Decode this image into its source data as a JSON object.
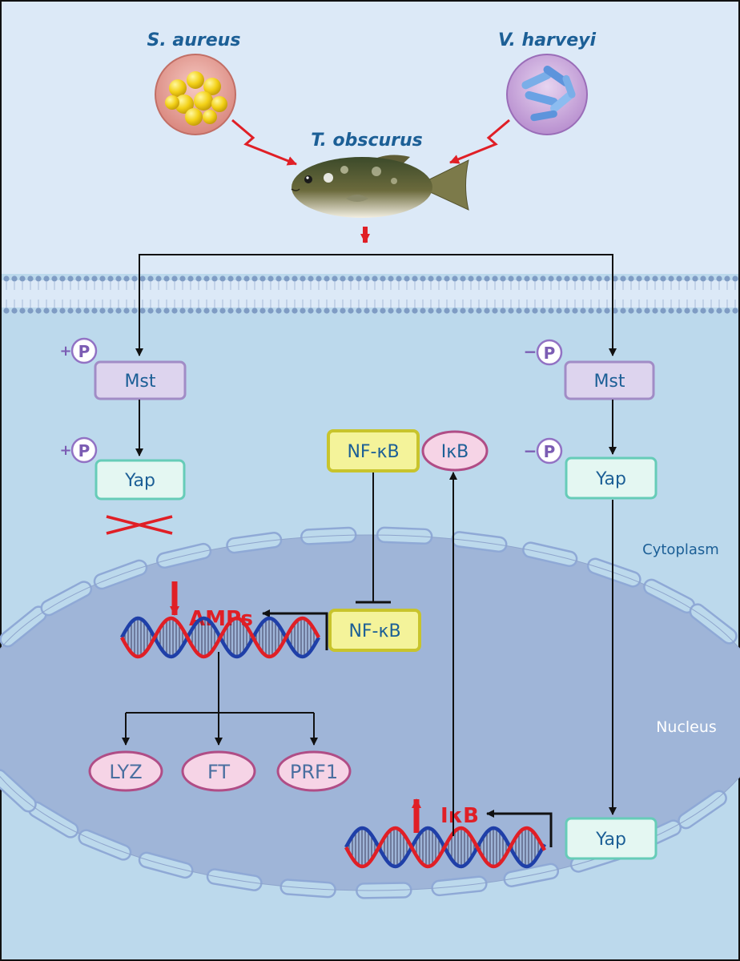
{
  "organisms": {
    "left_bacteria": "S. aureus",
    "right_bacteria": "V. harveyi",
    "host": "T. obscurus"
  },
  "phospho": {
    "symbol": "P",
    "plus": "+",
    "minus": "−"
  },
  "proteins": {
    "mst": "Mst",
    "yap": "Yap",
    "nfkb": "NF-κB",
    "ikb": "IκB"
  },
  "genes": {
    "amps": "AMPs",
    "lyz": "LYZ",
    "ft": "FT",
    "prf1": "PRF1",
    "ikb": "IκB"
  },
  "compartments": {
    "cytoplasm": "Cytoplasm",
    "nucleus": "Nucleus"
  },
  "colors": {
    "extracellular": "#dce9f7",
    "cytoplasm": "#bcd9ec",
    "nucleus": "#9fb5d8",
    "membrane_dot": "#7f9cc4",
    "arrow_red": "#e01f26",
    "label_blue": "#1c5f96",
    "mst_fill": "#ddd4ee",
    "mst_stroke": "#a18cc6",
    "yap_fill": "#e4f7f2",
    "yap_stroke": "#66ccb8",
    "nfkb_fill": "#f4f39a",
    "nfkb_stroke": "#c8c42c",
    "pink_fill": "#f6d4e6",
    "pink_stroke": "#b04d86",
    "gene_text": "#4a6fa0"
  }
}
